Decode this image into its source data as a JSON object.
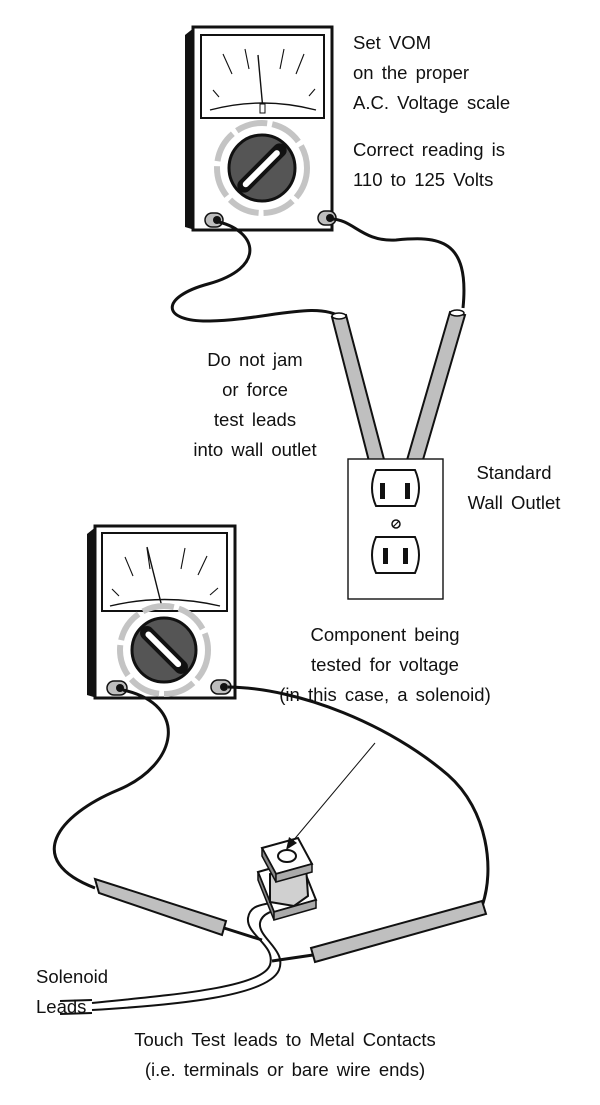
{
  "diagram": {
    "top_meter_notes": {
      "set_vom": [
        "Set VOM",
        "on the proper",
        "A.C. Voltage scale"
      ],
      "correct_reading": [
        "Correct reading is",
        "110 to 125 Volts"
      ]
    },
    "outlet_warning": [
      "Do not jam",
      "or force",
      "test leads",
      "into wall outlet"
    ],
    "outlet_label": [
      "Standard",
      "Wall Outlet"
    ],
    "component_label": [
      "Component being",
      "tested for voltage",
      "(in this case, a solenoid)"
    ],
    "solenoid_leads_label": [
      "Solenoid",
      "Leads"
    ],
    "touch_instruction": [
      "Touch Test leads to Metal Contacts",
      "(i.e. terminals or bare wire ends)"
    ]
  },
  "colors": {
    "ink": "#111111",
    "lead_fill": "#bfbfbf",
    "scale_ring": "#c4c4c4",
    "knob_fill": "#555555"
  },
  "icons": {
    "top_meter": "multimeter-icon",
    "bottom_meter": "multimeter-icon",
    "outlet": "wall-outlet-icon",
    "component": "solenoid-icon"
  }
}
